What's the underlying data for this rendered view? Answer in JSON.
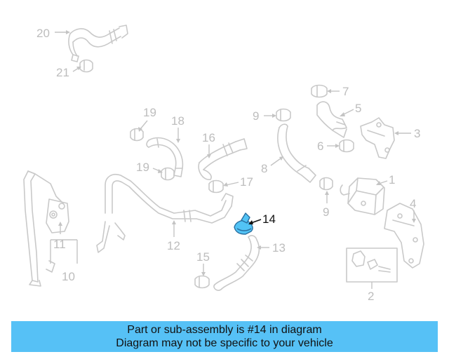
{
  "callouts": [
    {
      "id": "p20",
      "label": "20"
    },
    {
      "id": "p21",
      "label": "21"
    },
    {
      "id": "p7",
      "label": "7"
    },
    {
      "id": "p5",
      "label": "5"
    },
    {
      "id": "p9a",
      "label": "9"
    },
    {
      "id": "p19a",
      "label": "19"
    },
    {
      "id": "p18",
      "label": "18"
    },
    {
      "id": "p16",
      "label": "16"
    },
    {
      "id": "p3",
      "label": "3"
    },
    {
      "id": "p6",
      "label": "6"
    },
    {
      "id": "p8",
      "label": "8"
    },
    {
      "id": "p19b",
      "label": "19"
    },
    {
      "id": "p17",
      "label": "17"
    },
    {
      "id": "p1",
      "label": "1"
    },
    {
      "id": "p9b",
      "label": "9"
    },
    {
      "id": "p14",
      "label": "14"
    },
    {
      "id": "p4",
      "label": "4"
    },
    {
      "id": "p11",
      "label": "11"
    },
    {
      "id": "p12",
      "label": "12"
    },
    {
      "id": "p13",
      "label": "13"
    },
    {
      "id": "p10",
      "label": "10"
    },
    {
      "id": "p15",
      "label": "15"
    },
    {
      "id": "p2",
      "label": "2"
    }
  ],
  "highlight_color": "#52c3f5",
  "banner": {
    "line1": "Part or sub-assembly is #14 in diagram",
    "line2": "Diagram may not be specific to your vehicle",
    "color": "#56c1f6"
  }
}
